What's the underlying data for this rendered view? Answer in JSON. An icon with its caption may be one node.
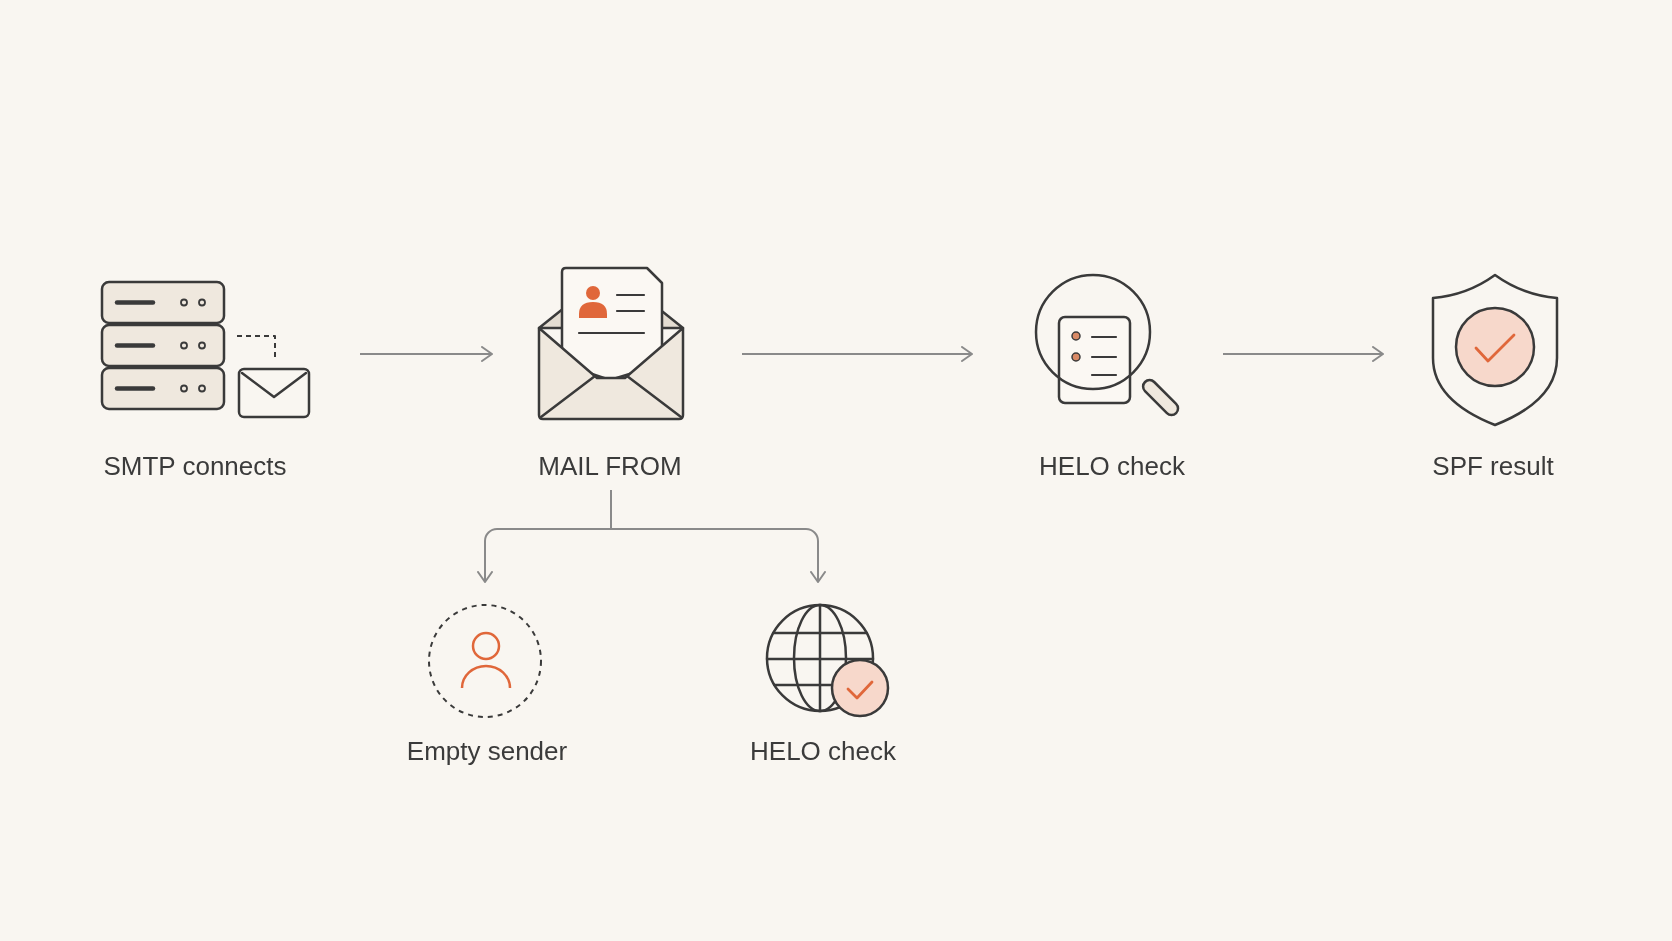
{
  "diagram": {
    "nodes": [
      {
        "text": [
          "SMTP connects"
        ]
      },
      {
        "text": [
          "MAIL FROM"
        ]
      },
      {
        "text": [
          "HELO check"
        ]
      },
      {
        "text": [
          "SPF result"
        ]
      },
      {
        "text": [
          "Empty sender"
        ]
      },
      {
        "text": [
          "HELO check"
        ]
      }
    ],
    "edges": [
      {
        "from": 0,
        "to": 1,
        "arrow": "to"
      },
      {
        "from": 1,
        "to": 2,
        "arrow": "to"
      },
      {
        "from": 2,
        "to": 3,
        "arrow": "to"
      },
      {
        "from": 1,
        "to": 4,
        "arrow": "to"
      },
      {
        "from": 1,
        "to": 5,
        "arrow": "to"
      }
    ]
  }
}
